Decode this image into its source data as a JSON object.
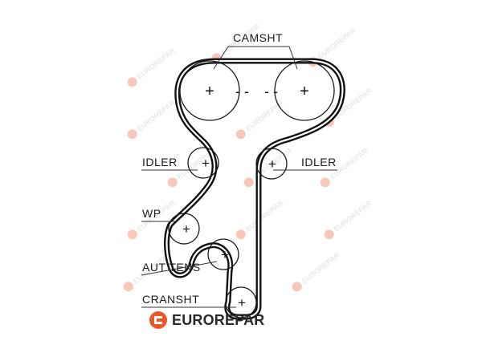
{
  "labels": {
    "camshaft": "CAMSHT",
    "idler_left": "IDLER",
    "idler_right": "IDLER",
    "water_pump": "WP",
    "auto_tensioner": "AUT TENS",
    "crankshaft": "CRANSHT"
  },
  "pulley_marks": {
    "plus": "+",
    "minus": "-"
  },
  "brand": {
    "name": "EUROREPAR",
    "watermark": "EUROREPAR",
    "logo_color": "#e8582a"
  },
  "colors": {
    "belt": "#111111",
    "belt_inner": "#ffffff",
    "pulley": "#1a1a1a",
    "leader": "#333333"
  }
}
